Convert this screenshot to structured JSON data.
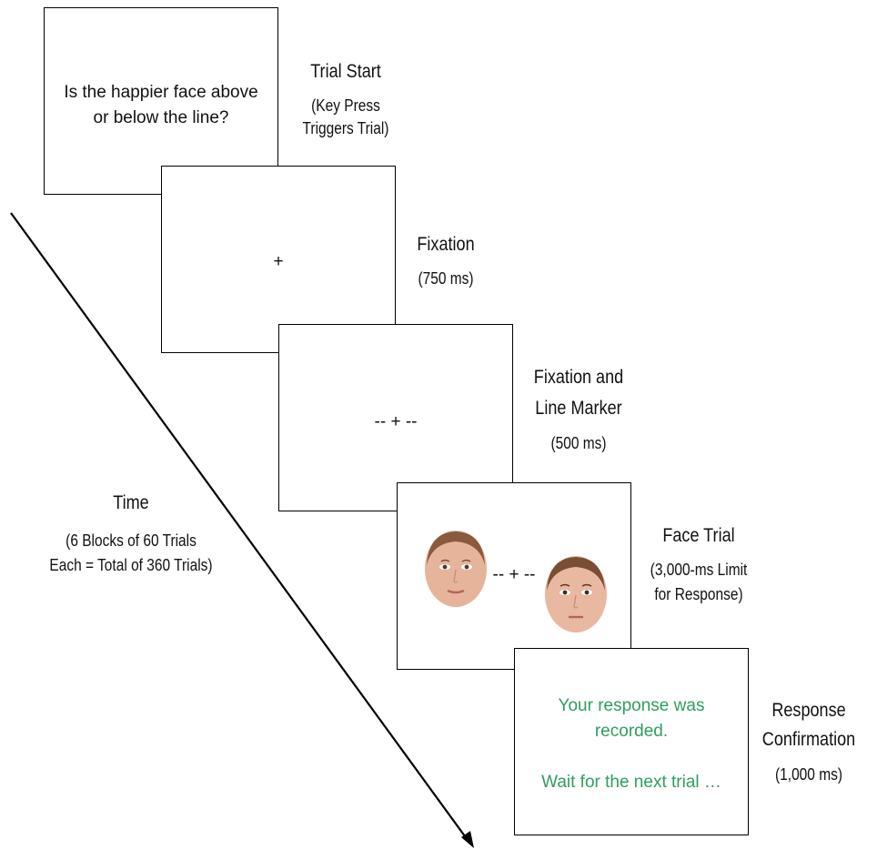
{
  "colors": {
    "confirmation_text": "#2e9e5f",
    "frame": "#000000"
  },
  "screens": {
    "trial_start": {
      "prompt_line1": "Is the happier face above",
      "prompt_line2": "or below the line?",
      "label_title": "Trial Start",
      "label_detail_line1": "(Key Press",
      "label_detail_line2": "Triggers Trial)"
    },
    "fixation": {
      "stimulus": "+",
      "label_title": "Fixation",
      "label_detail": "(750 ms)"
    },
    "fixation_line": {
      "stimulus": "-- + --",
      "label_title_line1": "Fixation and",
      "label_title_line2": "Line Marker",
      "label_detail": "(500 ms)"
    },
    "face_trial": {
      "stimulus": "-- + --",
      "upper_face": "face-photo",
      "lower_face": "face-photo",
      "label_title": "Face Trial",
      "label_detail_line1": "(3,000-ms Limit",
      "label_detail_line2": "for Response)"
    },
    "response_confirmation": {
      "message_line1": "Your response was",
      "message_line2": "recorded.",
      "message_line3": "Wait for the next trial …",
      "label_title_line1": "Response",
      "label_title_line2": "Confirmation",
      "label_detail": "(1,000 ms)"
    }
  },
  "time_axis": {
    "title": "Time",
    "detail_line1": "(6 Blocks of 60 Trials",
    "detail_line2": "Each = Total of 360 Trials)"
  }
}
